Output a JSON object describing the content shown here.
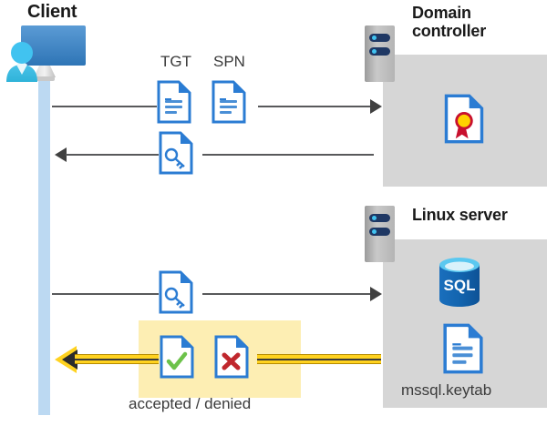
{
  "diagram": {
    "title_client": "Client",
    "title_domain_controller": "Domain\ncontroller",
    "title_linux_server": "Linux server",
    "labels": {
      "tgt": "TGT",
      "spn": "SPN",
      "accepted_denied": "accepted / denied",
      "keytab": "mssql.keytab"
    },
    "icons": {
      "client": "user-workstation-icon",
      "dc_rack": "server-rack-icon",
      "linux_rack": "server-rack-icon",
      "tgt_doc": "document-icon",
      "spn_doc": "document-icon",
      "ticket_key_doc": "document-key-icon",
      "request_key_doc": "document-key-icon",
      "certificate": "certificate-document-icon",
      "sql_database": "sql-database-icon",
      "keytab_doc": "document-icon",
      "accepted_doc": "document-check-icon",
      "denied_doc": "document-cross-icon"
    },
    "sql_label": "SQL",
    "flows": [
      {
        "name": "client-to-dc-request",
        "direction": "right"
      },
      {
        "name": "dc-to-client-ticket",
        "direction": "left"
      },
      {
        "name": "client-to-linux-request",
        "direction": "right"
      },
      {
        "name": "linux-to-client-result",
        "direction": "left"
      }
    ],
    "colors": {
      "panel_gray": "#d6d6d6",
      "lifeline_blue": "#bcd9f2",
      "highlight_yellow": "#fdeeb3",
      "arrow_yellow": "#ffd21f",
      "line_gray": "#58595b",
      "doc_blue": "#2b7cd3",
      "accept_green": "#6cc24a",
      "deny_red": "#c0272d",
      "sql_blue": "#0f6cbd",
      "cert_red": "#c8102e",
      "cert_gold": "#ffd200"
    }
  }
}
